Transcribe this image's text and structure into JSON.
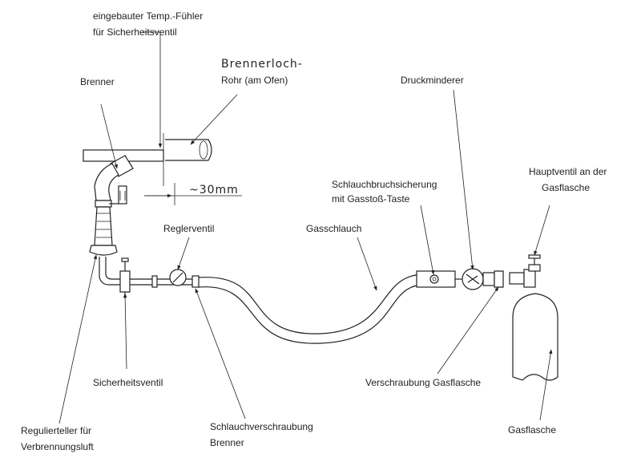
{
  "labels": {
    "temp_sensor_1": "eingebauter Temp.-Fühler",
    "temp_sensor_2": "für Sicherheitsventil",
    "burner_hole_1": "Brennerloch-",
    "burner_hole_2": "Rohr (am Ofen)",
    "burner": "Brenner",
    "distance": "~30mm",
    "pressure_reducer": "Druckminderer",
    "hose_break_1": "Schlauchbruchsicherung",
    "hose_break_2": "mit Gasstoß-Taste",
    "main_valve_1": "Hauptventil an der",
    "main_valve_2": "Gasflasche",
    "regulator_valve": "Reglerventil",
    "gas_hose": "Gasschlauch",
    "safety_valve": "Sicherheitsventil",
    "cylinder_fitting": "Verschraubung Gasflasche",
    "regulating_plate_1": "Regulierteller für",
    "regulating_plate_2": "Verbrennungsluft",
    "hose_fitting_1": "Schlauchverschraubung",
    "hose_fitting_2": "Brenner",
    "gas_cylinder": "Gasflasche"
  }
}
